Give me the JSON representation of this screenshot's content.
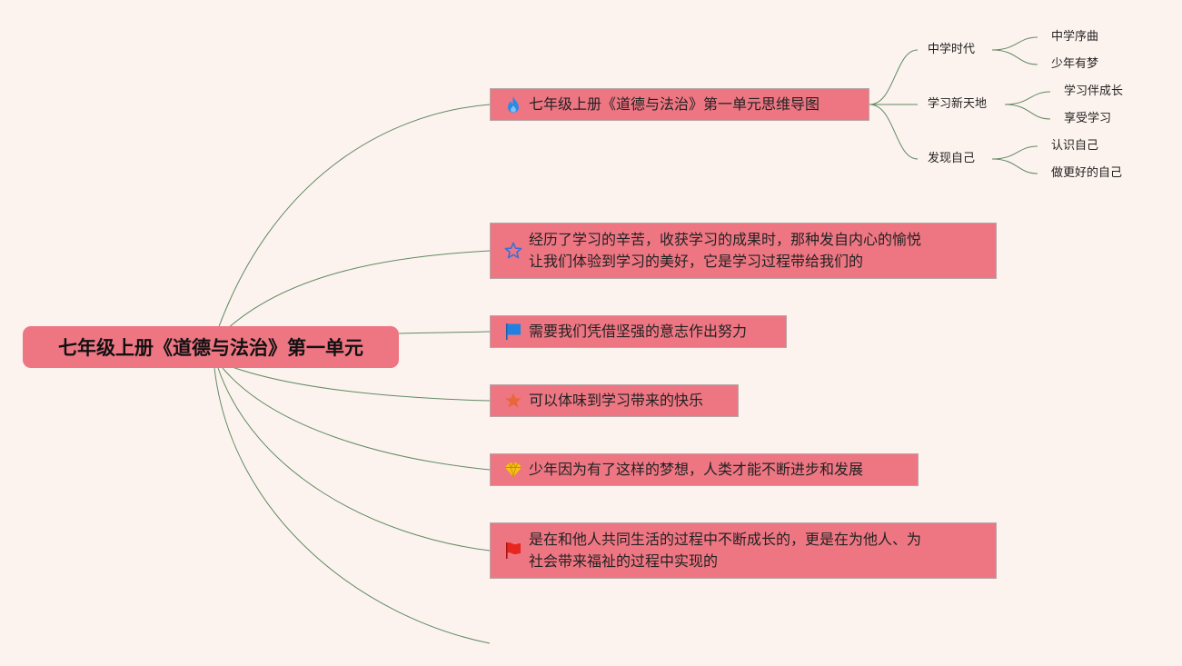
{
  "root": {
    "label": "七年级上册《道德与法治》第一单元"
  },
  "branches": [
    {
      "label": "七年级上册《道德与法治》第一单元思维导图",
      "icon": "fire-icon",
      "icon_color": "#2b8ae6"
    },
    {
      "label": "经历了学习的辛苦，收获学习的成果时，那种发自内心的愉悦\n让我们体验到学习的美好，它是学习过程带给我们的",
      "icon": "star-outline-icon",
      "icon_color": "#3b6fd6"
    },
    {
      "label": "需要我们凭借坚强的意志作出努力",
      "icon": "blue-flag-icon",
      "icon_color": "#2280e0"
    },
    {
      "label": "可以体味到学习带来的快乐",
      "icon": "orange-star-icon",
      "icon_color": "#e8673a"
    },
    {
      "label": "少年因为有了这样的梦想，人类才能不断进步和发展",
      "icon": "diamond-icon",
      "icon_color": "#f5c218"
    },
    {
      "label": "是在和他人共同生活的过程中不断成长的，更是在为他人、为\n社会带来福祉的过程中实现的",
      "icon": "red-flag-icon",
      "icon_color": "#e8251f"
    }
  ],
  "subtopics": [
    {
      "label": "中学时代",
      "children": [
        "中学序曲",
        "少年有梦"
      ]
    },
    {
      "label": "学习新天地",
      "children": [
        "学习伴成长",
        "享受学习"
      ]
    },
    {
      "label": "发现自己",
      "children": [
        "认识自己",
        "做更好的自己"
      ]
    }
  ],
  "colors": {
    "node_fill": "#ee7683",
    "background": "#fdf3ee",
    "connector": "#5f8a63"
  }
}
